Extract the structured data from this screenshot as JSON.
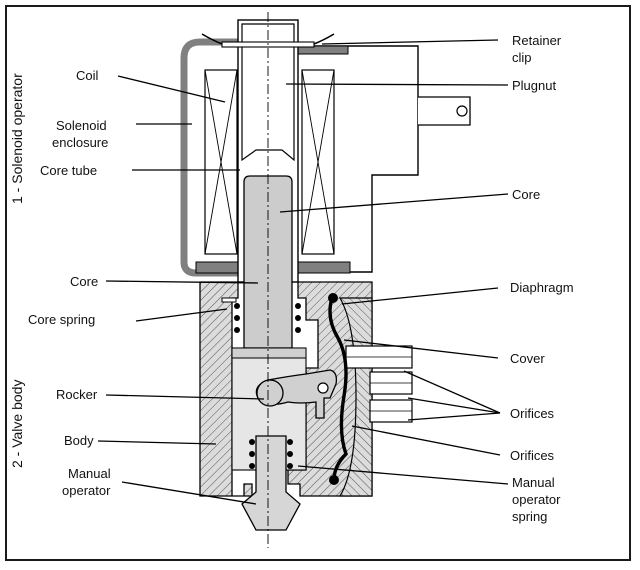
{
  "sections": {
    "operator": "1 - Solenoid operator",
    "valve_body": "2 - Valve body"
  },
  "labels": {
    "coil": "Coil",
    "solenoid_enclosure_1": "Solenoid",
    "solenoid_enclosure_2": "enclosure",
    "core_tube": "Core tube",
    "core_left": "Core",
    "core_spring": "Core spring",
    "rocker": "Rocker",
    "body": "Body",
    "manual_operator_1": "Manual",
    "manual_operator_2": "operator",
    "retainer_clip_1": "Retainer",
    "retainer_clip_2": "clip",
    "plugnut": "Plugnut",
    "core_right": "Core",
    "diaphragm": "Diaphragm",
    "cover": "Cover",
    "orifices_1": "Orifices",
    "orifices_2": "Orifices",
    "manual_operator_spring_1": "Manual",
    "manual_operator_spring_2": "operator",
    "manual_operator_spring_3": "spring"
  },
  "colors": {
    "line": "#000000",
    "body_fill": "#d9d9d9",
    "enclosure": "#808080",
    "core_fill": "#cccccc"
  }
}
